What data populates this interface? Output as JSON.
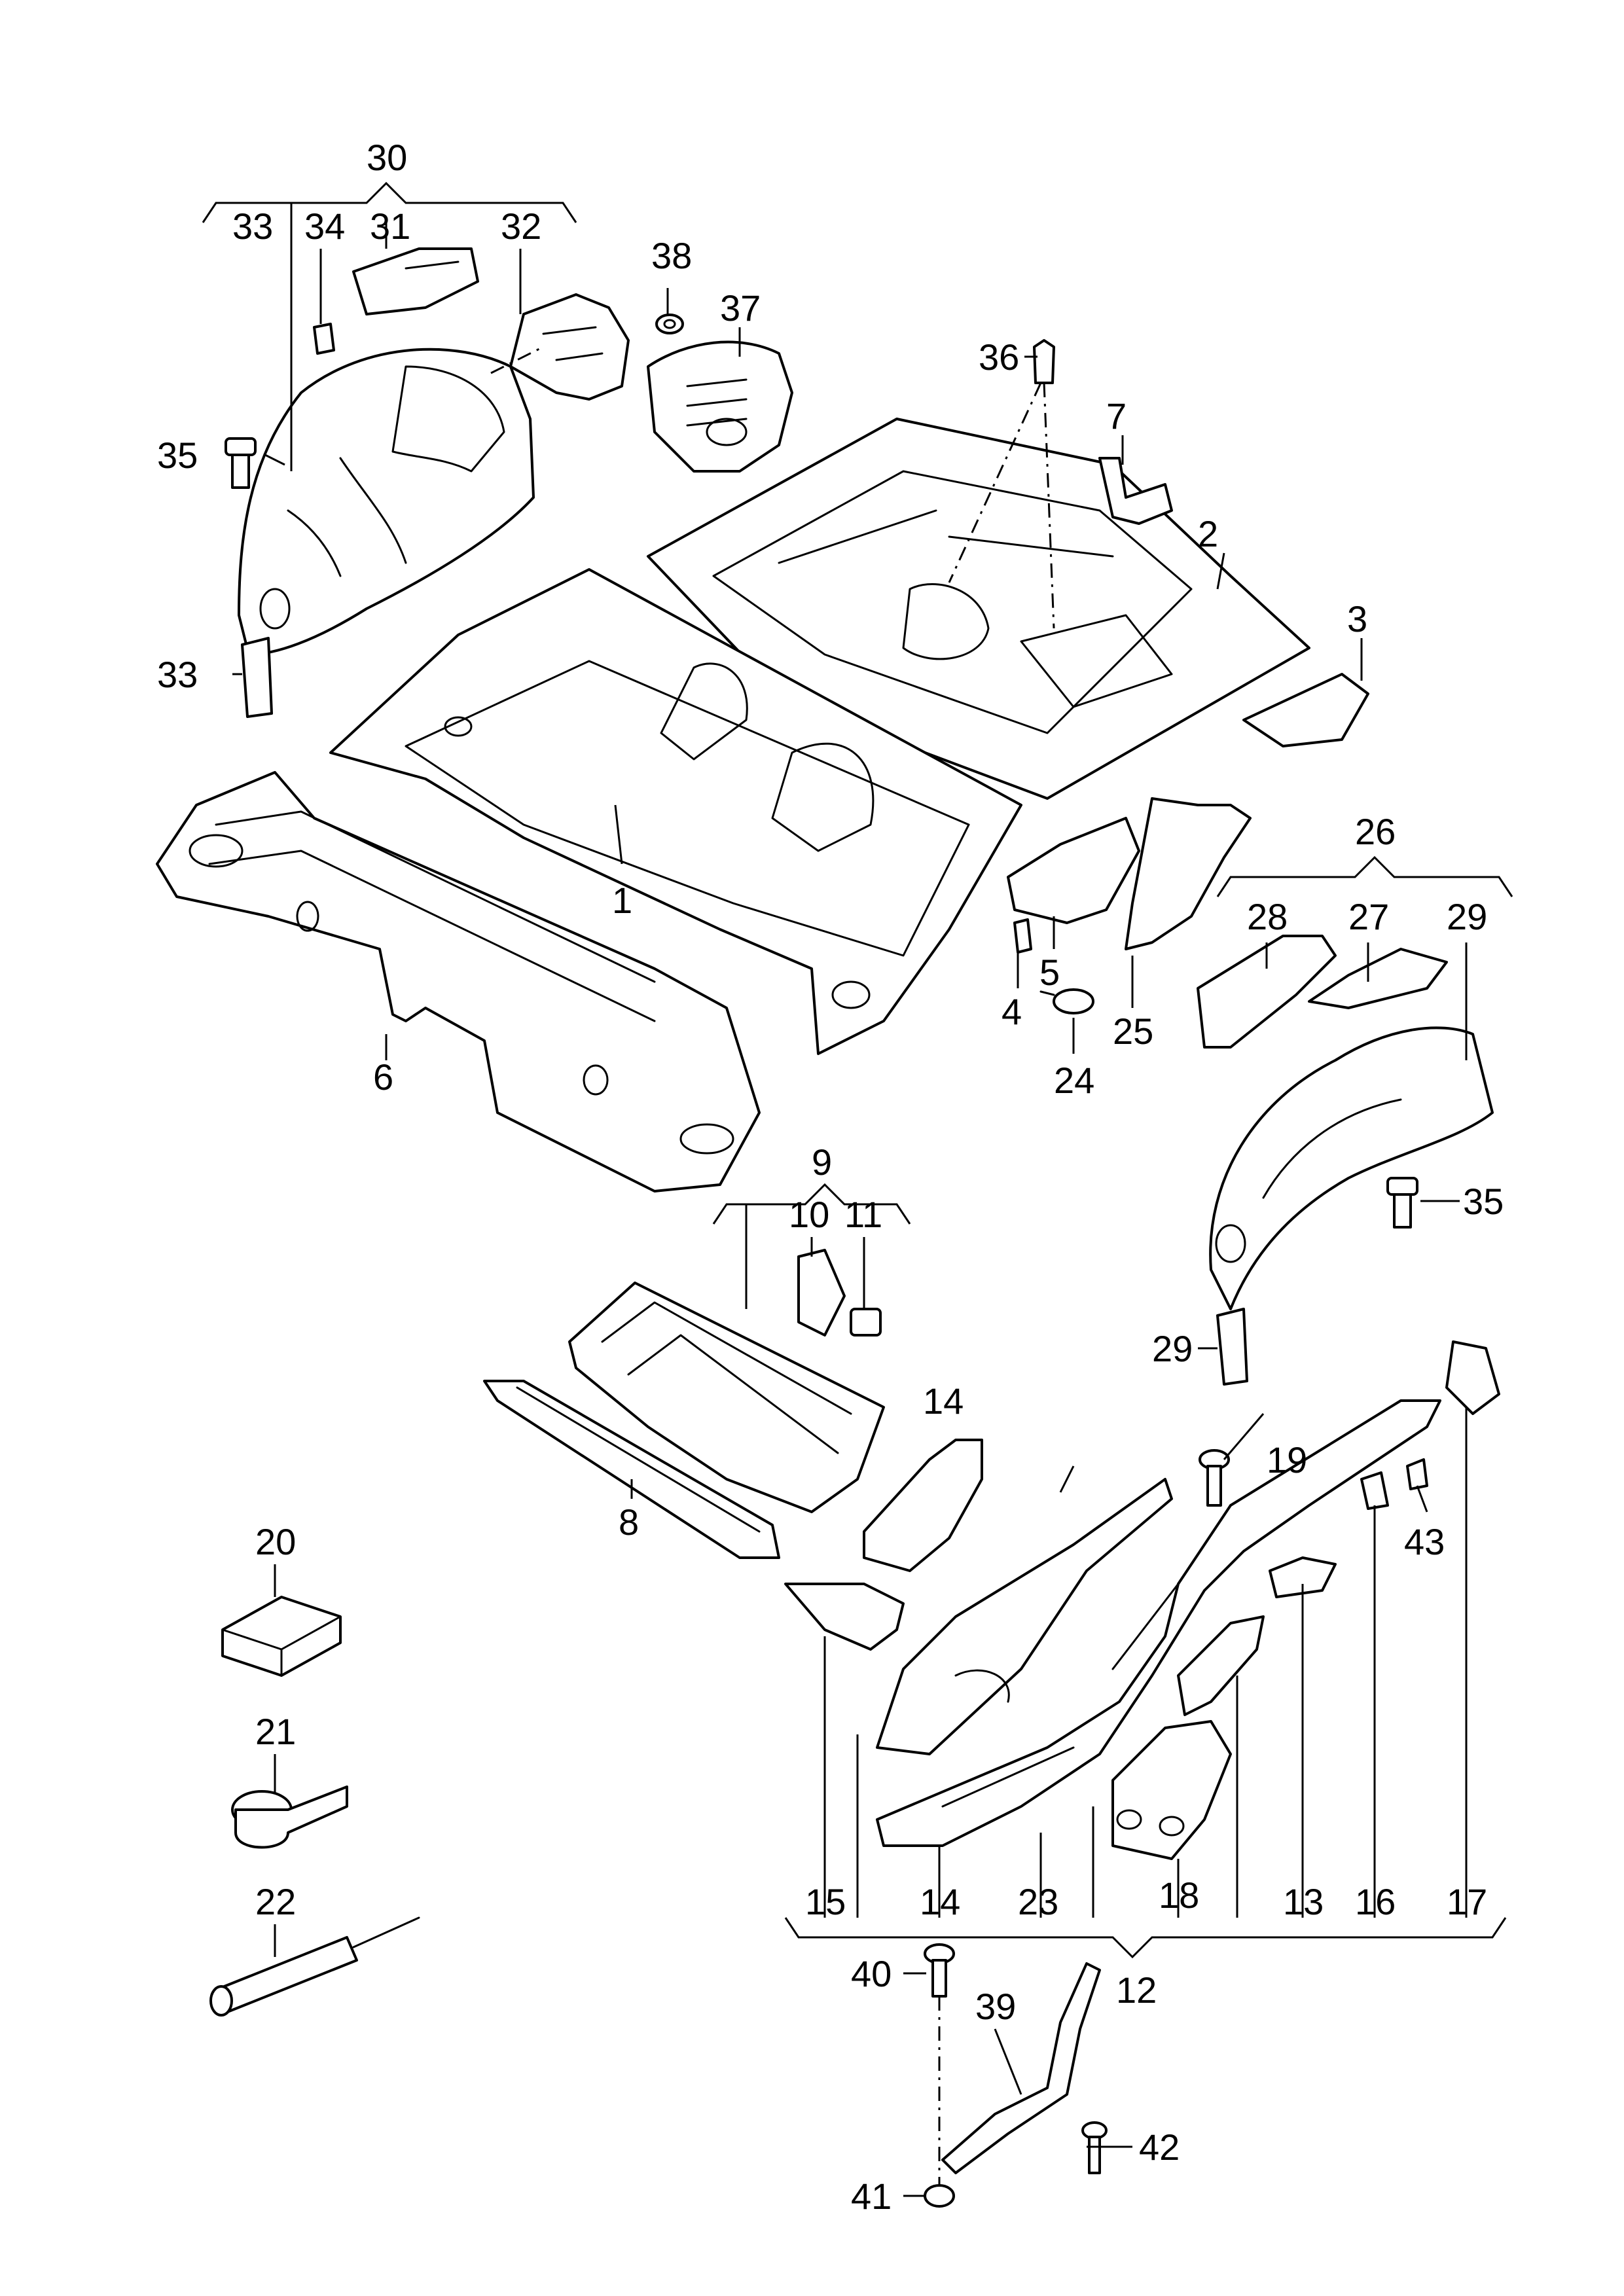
{
  "colors": {
    "line": "#000000",
    "background": "#ffffff"
  },
  "callouts": [
    "1",
    "2",
    "3",
    "4",
    "5",
    "6",
    "7",
    "8",
    "9",
    "10",
    "11",
    "12",
    "13",
    "14",
    "14",
    "15",
    "16",
    "17",
    "18",
    "19",
    "20",
    "21",
    "22",
    "23",
    "24",
    "25",
    "26",
    "27",
    "28",
    "29",
    "29",
    "30",
    "31",
    "32",
    "33",
    "33",
    "34",
    "35",
    "35",
    "36",
    "37",
    "38",
    "39",
    "40",
    "41",
    "42",
    "43"
  ]
}
